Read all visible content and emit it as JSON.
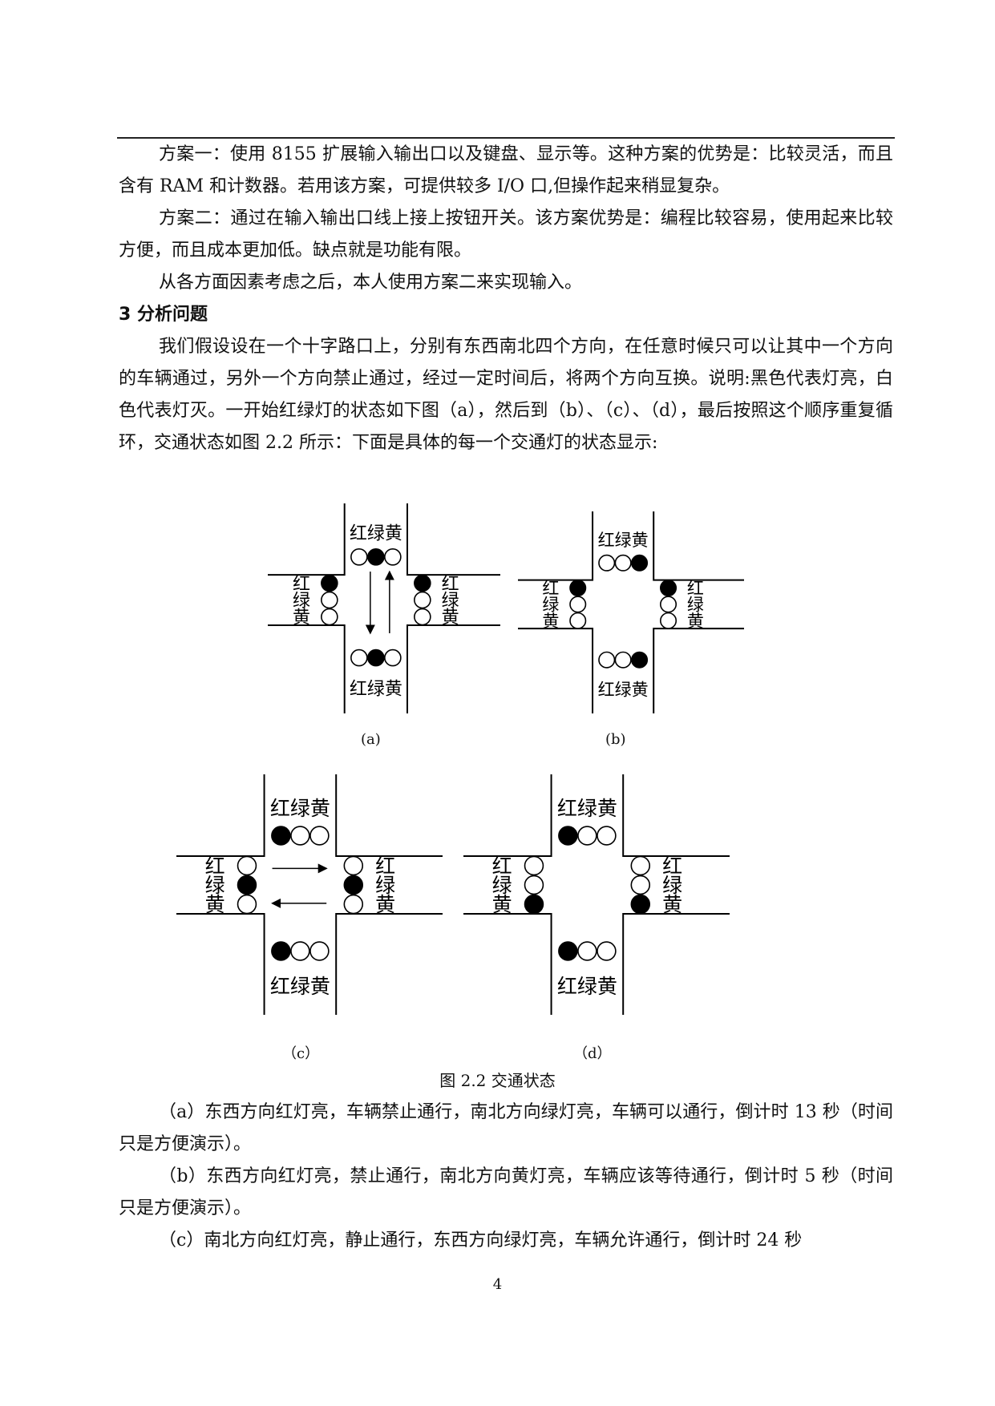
{
  "text": {
    "p1": "方案一：使用 8155 扩展输入输出口以及键盘、显示等。这种方案的优势是：比较灵活，而且含有 RAM 和计数器。若用该方案，可提供较多 I/O 口,但操作起来稍显复杂。",
    "p2": "方案二：通过在输入输出口线上接上按钮开关。该方案优势是：编程比较容易，使用起来比较方便，而且成本更加低。缺点就是功能有限。",
    "p3": "从各方面因素考虑之后，本人使用方案二来实现输入。",
    "heading": "3 分析问题",
    "p4": "我们假设设在一个十字路口上，分别有东西南北四个方向，在任意时候只可以让其中一个方向的车辆通过，另外一个方向禁止通过，经过一定时间后，将两个方向互换。说明:黑色代表灯亮，白色代表灯灭。一开始红绿灯的状态如下图（a），然后到（b）、（c）、（d），最后按照这个顺序重复循环，交通状态如图 2.2 所示：下面是具体的每一个交通灯的状态显示:",
    "p5": "（a）东西方向红灯亮，车辆禁止通行，南北方向绿灯亮，车辆可以通行，倒计时 13 秒（时间只是方便演示）。",
    "p6": "（b）东西方向红灯亮，禁止通行，南北方向黄灯亮，车辆应该等待通行，倒计时 5 秒（时间只是方便演示）。",
    "p7": "（c）南北方向红灯亮，静止通行，东西方向绿灯亮，车辆允许通行，倒计时 24 秒"
  },
  "figure": {
    "caption": "图 2.2  交通状态",
    "label_h": "红绿黄",
    "label_v": [
      "红",
      "绿",
      "黄"
    ],
    "subcaptions": [
      "(a)",
      "(b)",
      "（c）",
      "（d）"
    ],
    "states": [
      {
        "ns": "green",
        "ew": "red",
        "arrows": "ns"
      },
      {
        "ns": "yellow",
        "ew": "red",
        "arrows": "none"
      },
      {
        "ns": "red",
        "ew": "green",
        "arrows": "ew"
      },
      {
        "ns": "red",
        "ew": "yellow",
        "arrows": "none"
      }
    ]
  },
  "page_number": "4"
}
